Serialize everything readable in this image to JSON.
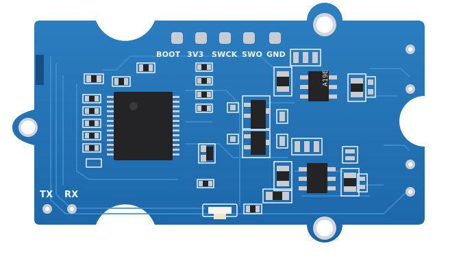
{
  "pin_labels": {
    "boot": "BOOT",
    "v3v3": "3V3",
    "swck": "SWCK",
    "swo": "SWO",
    "gnd": "GND"
  },
  "side_labels": {
    "tx": "TX",
    "rx": "RX"
  },
  "chip_marking": "A19E",
  "colors": {
    "board": "#1f6fb2",
    "trace": "#2a80c3",
    "silkscreen": "#f2f6fb",
    "chip": "#242426",
    "pad": "#c9ccd0",
    "background": "#ffffff"
  }
}
